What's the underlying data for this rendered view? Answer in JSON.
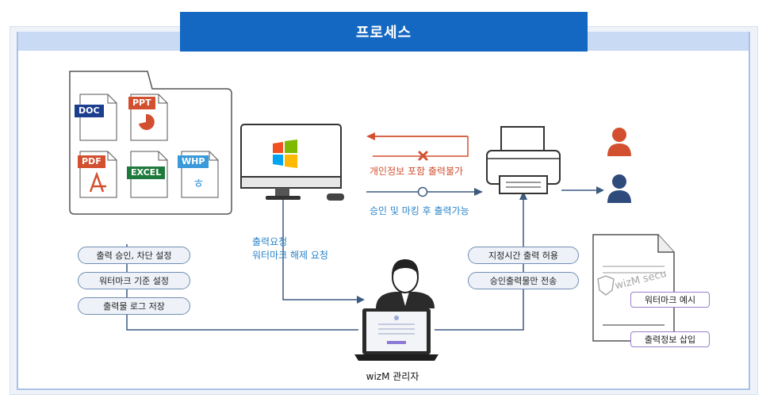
{
  "title": "프로세스",
  "files": {
    "doc": "DOC",
    "ppt": "PPT",
    "pdf": "PDF",
    "excel": "EXCEL",
    "whp": "WHP",
    "whp_glyph": "ㅎ"
  },
  "flows": {
    "blocked_label": "개인정보 포함 출력불가",
    "allowed_label": "승인 및 마킹 후 출력가능",
    "request_line1": "출력요청",
    "request_line2": "워터마크 해제 요청"
  },
  "left_pills": [
    "출력 승인, 차단 설정",
    "워터마크 기준 설정",
    "출력물 로그 저장"
  ],
  "right_pills": [
    "지정시간 출력 허용",
    "승인출력물만 전송"
  ],
  "document": {
    "watermark_text": "wizM secu",
    "watermark_label": "워터마크 예시",
    "info_label": "출력정보 삽입"
  },
  "admin_label": "wizM 관리자",
  "colors": {
    "header_blue": "#1468c2",
    "arrow_blue": "#3d5a80",
    "block_red": "#d2502f",
    "person_blue": "#2f4b7c"
  },
  "icons": {
    "monitor": "windows-monitor-icon",
    "printer": "printer-icon",
    "admin": "admin-person-icon",
    "laptop": "laptop-icon"
  }
}
